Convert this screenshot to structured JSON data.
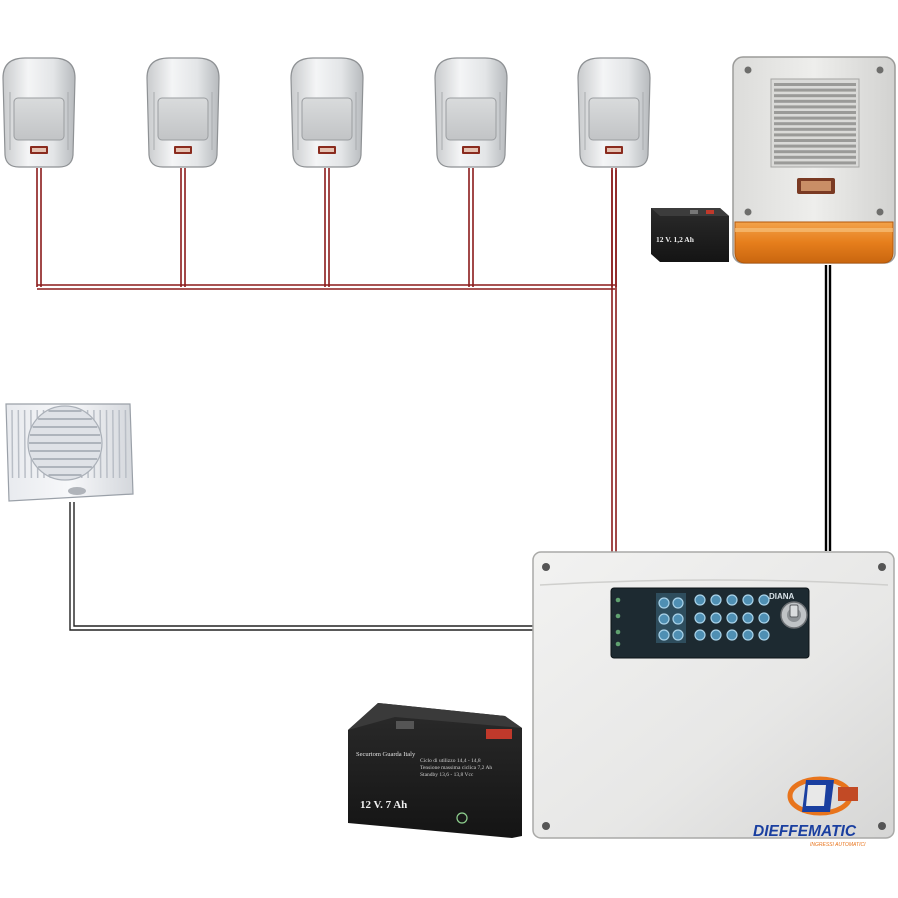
{
  "diagram": {
    "components": {
      "pir_sensors": [
        {
          "id": "pir-1"
        },
        {
          "id": "pir-2"
        },
        {
          "id": "pir-3"
        },
        {
          "id": "pir-4"
        },
        {
          "id": "pir-5"
        }
      ],
      "siren": {
        "id": "outdoor-siren"
      },
      "siren_battery": {
        "label": "12 V. 1,2 Ah"
      },
      "indoor_siren": {
        "id": "indoor-siren"
      },
      "control_panel": {
        "brand_label": "DIANA"
      },
      "panel_battery": {
        "brand_line": "Securtom  Guarda Italy",
        "spec_lines": [
          "Ciclo di utilizzo 14,4 - 14,8",
          "Tensione massima ciclica 7,2 Ah",
          "Standby 13,6 - 13,8 Vcc"
        ],
        "label": "12 V. 7 Ah"
      }
    },
    "logo": {
      "text": "DIEFFEMATIC",
      "tagline": "INGRESSI AUTOMATICI",
      "colors": {
        "blue": "#1a3fa0",
        "orange": "#e8741c"
      }
    },
    "wire_colors": {
      "sensor_bus": "#8b1a1a",
      "siren_cable": "#000000",
      "indoor_siren_cable": "#222222"
    }
  }
}
